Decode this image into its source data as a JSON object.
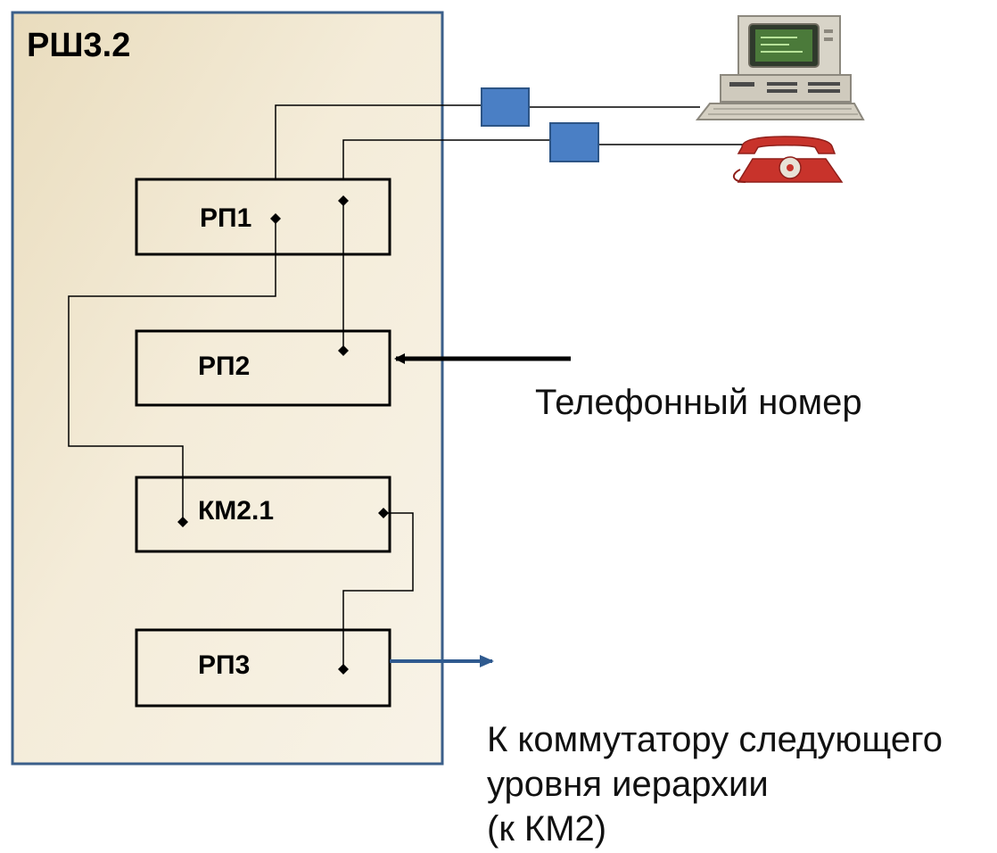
{
  "cabinet": {
    "title": "РШ3.2"
  },
  "boxes": {
    "rp1": "РП1",
    "rp2": "РП2",
    "km21": "КМ2.1",
    "rp3": "РП3"
  },
  "captions": {
    "phone_number": "Телефонный номер",
    "next_level_line1": "К коммутатору следующего",
    "next_level_line2": "уровня иерархии",
    "next_level_line3": "(к КМ2)"
  },
  "icons": {
    "computer": "computer-icon",
    "telephone": "telephone-icon",
    "connector_1": "connector-icon",
    "connector_2": "connector-icon"
  },
  "colors": {
    "cabinet_fill": "#f3ead6",
    "cabinet_border": "#3b5f8a",
    "connector": "#4a7fc5",
    "next_arrow": "#2f5a8f",
    "phone_red": "#c8332b"
  }
}
